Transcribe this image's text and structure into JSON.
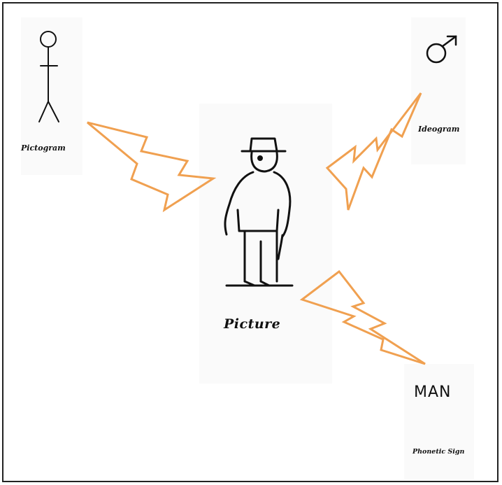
{
  "labels": {
    "pictogram": "Pictogram",
    "ideogram": "Ideogram",
    "picture": "Picture",
    "man_word": "MAN",
    "phonetic": "Phonetic Sign"
  },
  "colors": {
    "bolt": "#F0A050",
    "ink": "#111111",
    "frame": "#222222"
  },
  "icons": [
    "stick-figure-icon",
    "male-symbol-icon",
    "man-with-hat-icon",
    "lightning-bolt-icon"
  ]
}
